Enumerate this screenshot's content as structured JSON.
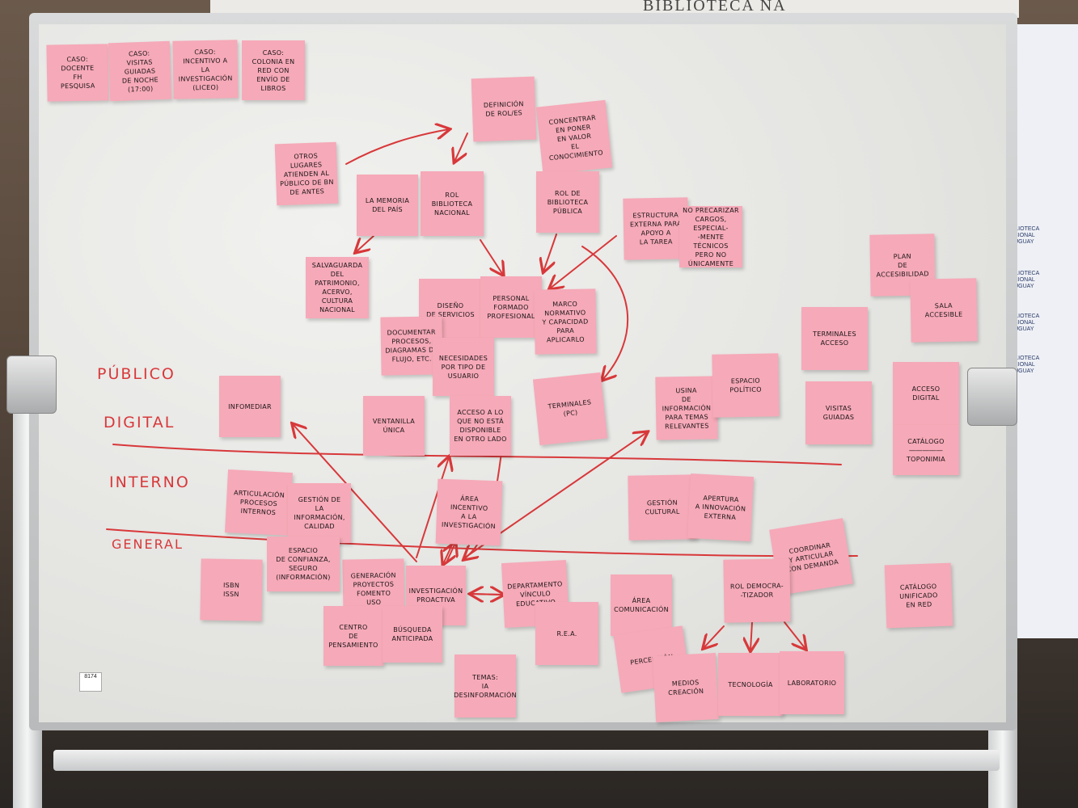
{
  "background": {
    "sign_text": "BIBLIOTECA NA",
    "banner_text": "BIBLIOTECA NACIONAL URUGUAY",
    "board_tag": "8174"
  },
  "colors": {
    "note": "#f6a9b8",
    "marker": "#d8383a",
    "board": "#e8e8e6"
  },
  "row_labels": [
    "PÚBLICO",
    "DIGITAL",
    "INTERNO",
    "GENERAL"
  ],
  "notes": [
    "CASO:\nDOCENTE\nFH\nPESQUISA",
    "CASO:\nVISITAS\nGUIADAS\nDE NOCHE\n(17:00)",
    "CASO:\nINCENTIVO A\nLA INVESTIGACIÓN\n(LICEO)",
    "CASO:\nCOLONIA EN\nRED CON\nENVÍO DE\nLIBROS",
    "DEFINICIÓN\nDE ROL/ES",
    "CONCENTRAR\nEN PONER\nEN VALOR\nEL CONOCIMIENTO",
    "OTROS LUGARES\nATIENDEN AL\nPÚBLICO DE BN\nDE ANTES",
    "LA MEMORIA\nDEL PAÍS",
    "ROL\nBIBLIOTECA\nNACIONAL",
    "ROL DE\nBIBLIOTECA\nPÚBLICA",
    "ESTRUCTURA\nEXTERNA PARA\nAPOYO A\nLA TAREA",
    "NO PRECARIZAR\nCARGOS, ESPECIAL-\n-MENTE TÉCNICOS\nPERO NO ÚNICAMENTE",
    "SALVAGUARDA\nDEL PATRIMONIO,\nACERVO, CULTURA\nNACIONAL",
    "DISEÑO\nDE SERVICIOS",
    "PERSONAL\nFORMADO\nPROFESIONAL",
    "MARCO NORMATIVO\nY CAPACIDAD PARA\nAPLICARLO",
    "DOCUMENTAR\nPROCESOS,\nDIAGRAMAS DE\nFLUJO, ETC.",
    "NECESIDADES\nPOR TIPO DE\nUSUARIO",
    "PLAN\nDE ACCESIBILIDAD",
    "SALA\nACCESIBLE",
    "TERMINALES\nACCESO",
    "INFOMEDIAR",
    "VENTANILLA\nÚNICA",
    "ACCESO A LO\nQUE NO ESTÁ\nDISPONIBLE\nEN OTRO LADO",
    "TERMINALES\n(PC)",
    "USINA\nDE INFORMACIÓN\nPARA TEMAS\nRELEVANTES",
    "ESPACIO\nPOLÍTICO",
    "VISITAS\nGUIADAS",
    "ACCESO\nDIGITAL",
    "CATÁLOGO\n―――――\nTOPONIMIA",
    "ARTICULACIÓN\nPROCESOS\nINTERNOS",
    "GESTIÓN DE\nLA INFORMACIÓN,\nCALIDAD",
    "ÁREA\nINCENTIVO\nA LA\nINVESTIGACIÓN",
    "GESTIÓN\nCULTURAL",
    "APERTURA\nA INNOVACIÓN\nEXTERNA",
    "ESPACIO\nDE CONFIANZA,\nSEGURO\n(INFORMACIÓN)",
    "ISBN\nISSN",
    "GENERACIÓN\nPROYECTOS\nFOMENTO\nUSO",
    "INVESTIGACIÓN\nPROACTIVA",
    "CENTRO\nDE\nPENSAMIENTO",
    "BÚSQUEDA\nANTICIPADA",
    "DEPARTAMENTO\nVÍNCULO\nEDUCATIVO",
    "R.E.A.",
    "TEMAS:\nIA\nDESINFORMACIÓN",
    "ÁREA\nCOMUNICACIÓN",
    "PERCEPCIÓN",
    "MEDIOS\nCREACIÓN",
    "COORDINAR\nY ARTICULAR\nCON DEMANDA",
    "ROL DEMOCRA-\n-TIZADOR",
    "TECNOLOGÍA",
    "LABORATORIO",
    "CATÁLOGO\nUNIFICADO\nEN RED"
  ]
}
